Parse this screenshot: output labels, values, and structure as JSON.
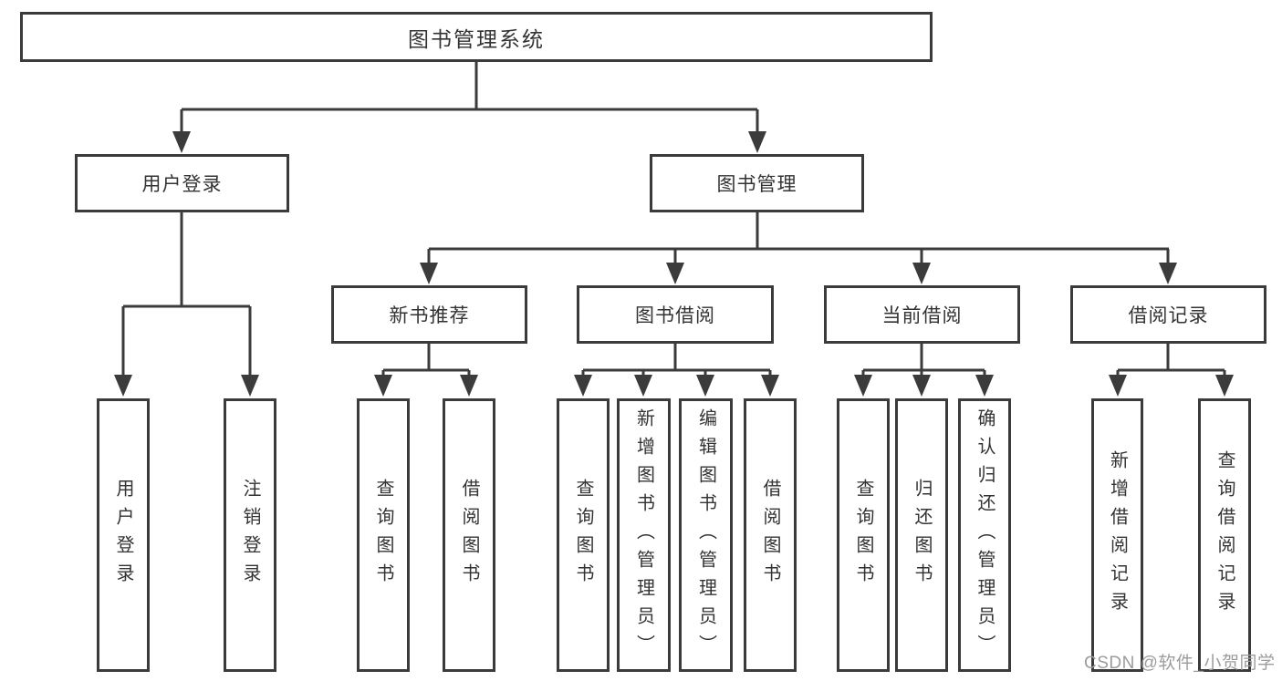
{
  "diagram": {
    "root": {
      "label": "图书管理系统",
      "children": [
        {
          "label": "用户登录",
          "children": [
            {
              "label": "用户登录"
            },
            {
              "label": "注销登录"
            }
          ]
        },
        {
          "label": "图书管理",
          "children": [
            {
              "label": "新书推荐",
              "children": [
                {
                  "label": "查询图书"
                },
                {
                  "label": "借阅图书"
                }
              ]
            },
            {
              "label": "图书借阅",
              "children": [
                {
                  "label": "查询图书"
                },
                {
                  "label": "新增图书（管理员）"
                },
                {
                  "label": "编辑图书（管理员）"
                },
                {
                  "label": "借阅图书"
                }
              ]
            },
            {
              "label": "当前借阅",
              "children": [
                {
                  "label": "查询图书"
                },
                {
                  "label": "归还图书"
                },
                {
                  "label": "确认归还（管理员）"
                }
              ]
            },
            {
              "label": "借阅记录",
              "children": [
                {
                  "label": "新增借阅记录"
                },
                {
                  "label": "查询借阅记录"
                }
              ]
            }
          ]
        }
      ]
    },
    "watermark": {
      "text": "CSDN @软件_小贺同学"
    },
    "colors": {
      "line": "#3b3b3b",
      "text": "#333333",
      "watermark": "#9c9c9c",
      "background": "#ffffff"
    }
  }
}
